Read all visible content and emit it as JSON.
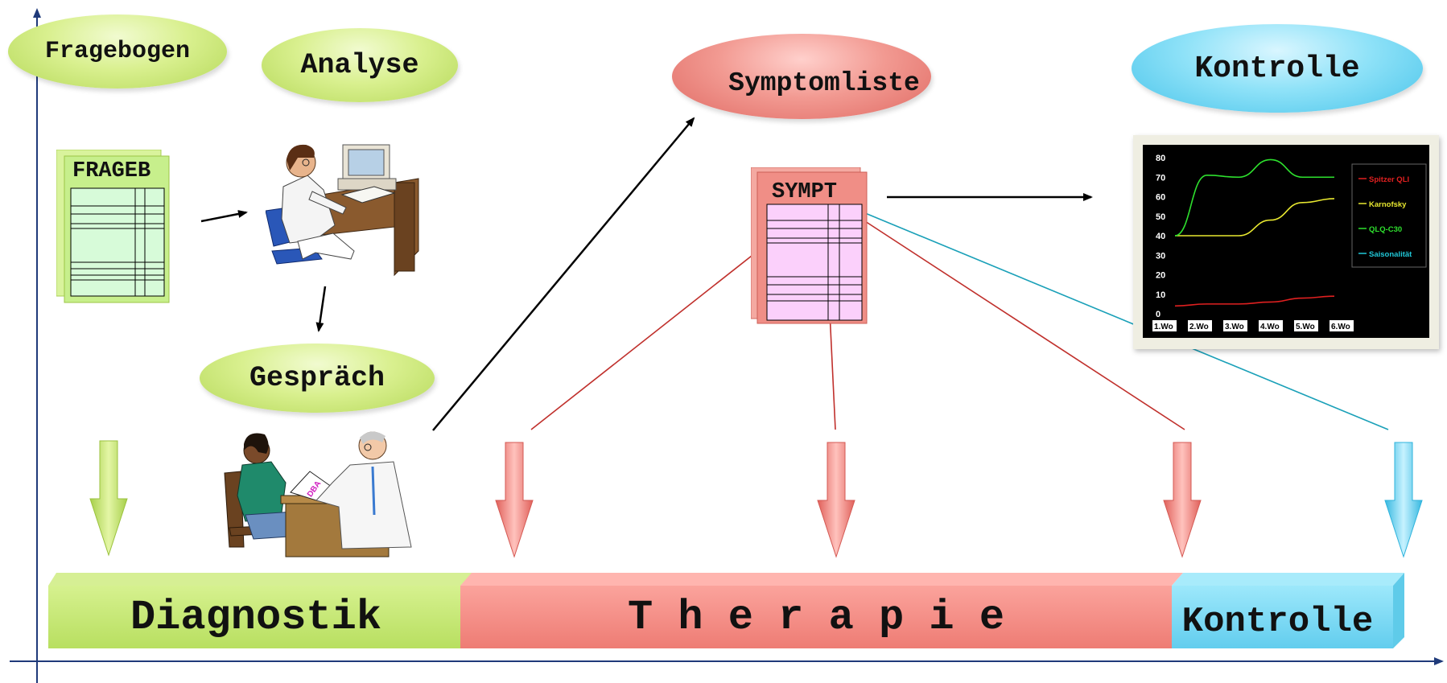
{
  "bubbles": {
    "fragebogen": "Fragebogen",
    "analyse": "Analyse",
    "gespraech": "Gespräch",
    "symptomliste": "Symptomliste",
    "kontrolle": "Kontrolle"
  },
  "documents": {
    "frageb": "FRAGEB",
    "sympt": "SYMPT"
  },
  "clipart": {
    "form_label": "DBA"
  },
  "phases": {
    "diagnostik": "Diagnostik",
    "therapie": "T h e r a p i e",
    "kontrolle": "Kontrolle"
  },
  "colors": {
    "green": "#c7e37a",
    "red": "#f08a83",
    "blue": "#6fd6f2",
    "axis": "#1f3a7a"
  },
  "chart_data": {
    "type": "line",
    "categories": [
      "1.Wo",
      "2.Wo",
      "3.Wo",
      "4.Wo",
      "5.Wo",
      "6.Wo"
    ],
    "yticks": [
      0,
      10,
      20,
      30,
      40,
      50,
      60,
      70,
      80
    ],
    "ylim": [
      0,
      80
    ],
    "grid": false,
    "legend_position": "right",
    "series": [
      {
        "name": "Spitzer QLI",
        "color": "#e02020",
        "values": [
          4,
          5,
          5,
          6,
          8,
          9
        ]
      },
      {
        "name": "Karnofsky",
        "color": "#e8e830",
        "values": [
          40,
          40,
          40,
          48,
          57,
          59
        ]
      },
      {
        "name": "QLQ-C30",
        "color": "#2ee02e",
        "values": [
          40,
          71,
          70,
          79,
          70,
          70
        ]
      },
      {
        "name": "Saisonalität",
        "color": "#20c8d8",
        "values": []
      }
    ]
  }
}
